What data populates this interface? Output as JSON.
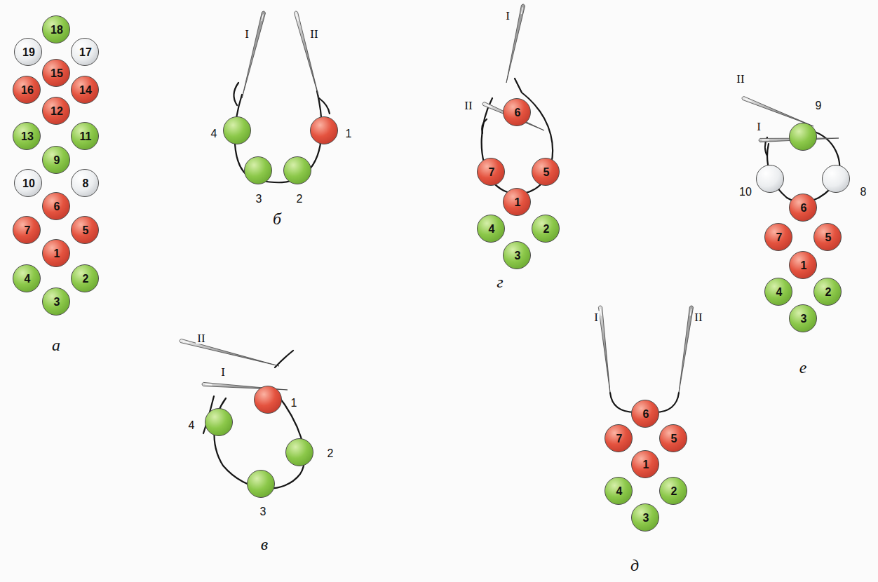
{
  "diagram": {
    "nodes": [
      {
        "text": [
          "18"
        ]
      },
      {
        "text": [
          "19"
        ]
      },
      {
        "text": [
          "17"
        ]
      },
      {
        "text": [
          "15"
        ]
      },
      {
        "text": [
          "16"
        ]
      },
      {
        "text": [
          "14"
        ]
      },
      {
        "text": [
          "12"
        ]
      },
      {
        "text": [
          "13"
        ]
      },
      {
        "text": [
          "11"
        ]
      },
      {
        "text": [
          "9"
        ]
      },
      {
        "text": [
          "10"
        ]
      },
      {
        "text": [
          "8"
        ]
      },
      {
        "text": [
          "6"
        ]
      },
      {
        "text": [
          "7"
        ]
      },
      {
        "text": [
          "5"
        ]
      },
      {
        "text": [
          "1"
        ]
      },
      {
        "text": [
          "4"
        ]
      },
      {
        "text": [
          "2"
        ]
      },
      {
        "text": [
          "3"
        ]
      },
      {
        "text": [
          "4"
        ]
      },
      {
        "text": [
          "1"
        ]
      },
      {
        "text": [
          "3"
        ]
      },
      {
        "text": [
          "2"
        ]
      },
      {
        "text": [
          "1"
        ]
      },
      {
        "text": [
          "4"
        ]
      },
      {
        "text": [
          "2"
        ]
      },
      {
        "text": [
          "3"
        ]
      },
      {
        "text": [
          "6"
        ]
      },
      {
        "text": [
          "7"
        ]
      },
      {
        "text": [
          "5"
        ]
      },
      {
        "text": [
          "1"
        ]
      },
      {
        "text": [
          "4"
        ]
      },
      {
        "text": [
          "2"
        ]
      },
      {
        "text": [
          "3"
        ]
      },
      {
        "text": [
          "6"
        ]
      },
      {
        "text": [
          "7"
        ]
      },
      {
        "text": [
          "5"
        ]
      },
      {
        "text": [
          "1"
        ]
      },
      {
        "text": [
          "4"
        ]
      },
      {
        "text": [
          "2"
        ]
      },
      {
        "text": [
          "3"
        ]
      },
      {
        "text": [
          "9"
        ]
      },
      {
        "text": [
          "10"
        ]
      },
      {
        "text": [
          "8"
        ]
      },
      {
        "text": [
          "6"
        ]
      },
      {
        "text": [
          "7"
        ]
      },
      {
        "text": [
          "5"
        ]
      },
      {
        "text": [
          "1"
        ]
      },
      {
        "text": [
          "4"
        ]
      },
      {
        "text": [
          "2"
        ]
      },
      {
        "text": [
          "3"
        ]
      }
    ],
    "labels": [
      "а",
      "I",
      "II",
      "б",
      "II",
      "I",
      "в",
      "I",
      "II",
      "г",
      "I",
      "II",
      "д",
      "II",
      "I",
      "е"
    ]
  }
}
